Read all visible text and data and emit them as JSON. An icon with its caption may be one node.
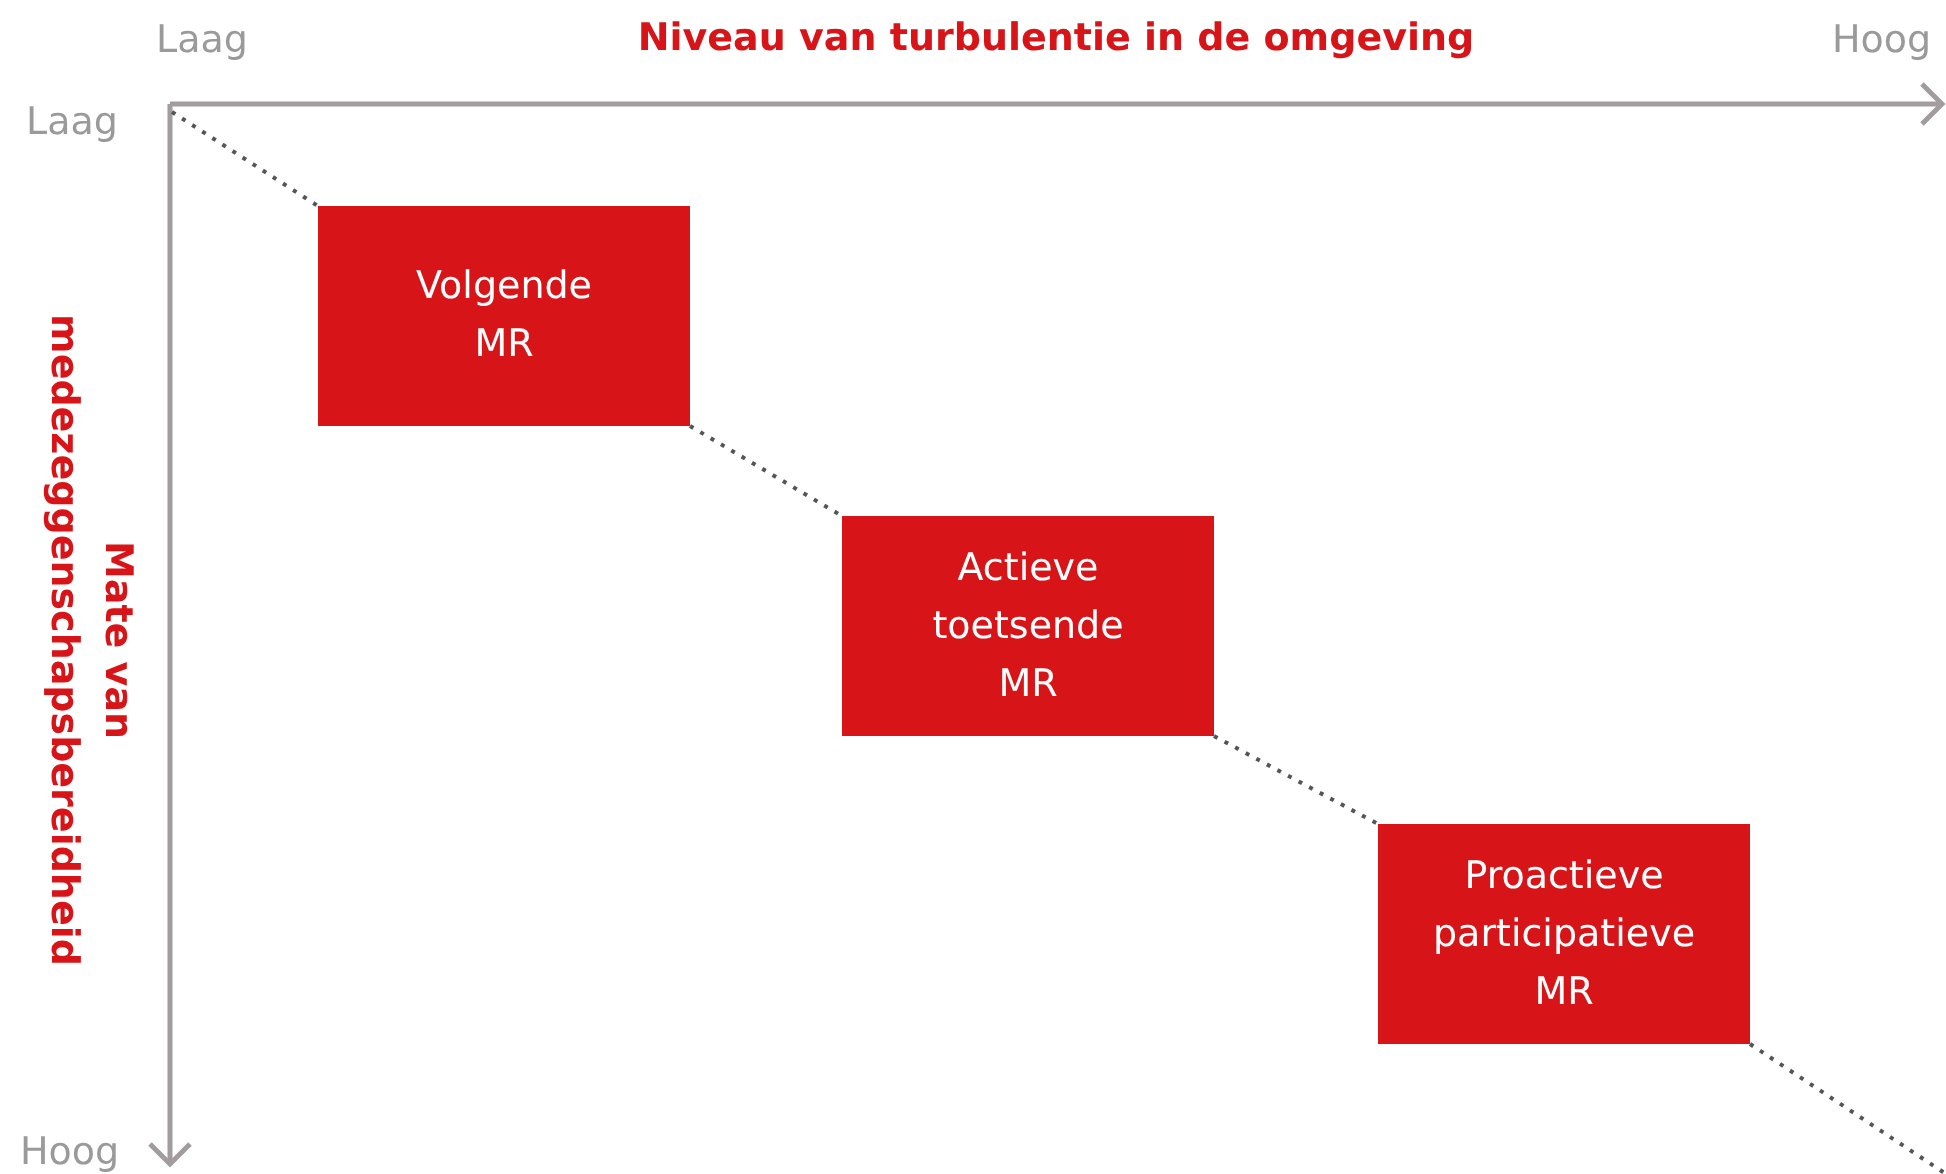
{
  "diagram": {
    "title": "Niveau van turbulentie in de omgeving",
    "nodes": [
      {
        "text": [
          "Volgende MR"
        ]
      },
      {
        "text": [
          "Actieve toetsende MR"
        ]
      },
      {
        "text": [
          "Proactieve participatieve MR"
        ]
      }
    ],
    "edges": [
      {
        "from": null,
        "to": 0,
        "arrow": "none",
        "style": "dashed"
      },
      {
        "from": 0,
        "to": 1,
        "arrow": "none",
        "style": "dashed"
      },
      {
        "from": 1,
        "to": 2,
        "arrow": "none",
        "style": "dashed"
      },
      {
        "from": 2,
        "to": null,
        "arrow": "none",
        "style": "dashed"
      }
    ],
    "labels": [
      "Laag",
      "Hoog",
      "Laag",
      "Mate van medezeggenschapsbereidheid",
      "Hoog"
    ]
  }
}
